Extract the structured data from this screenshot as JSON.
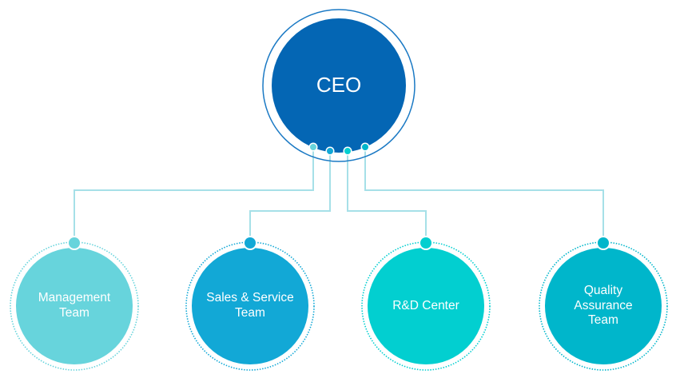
{
  "diagram": {
    "type": "org-chart",
    "root": {
      "label": "CEO",
      "fill": "#0466b4",
      "ring": "#1a79c4"
    },
    "connector_color": "#a6e0e8",
    "children": [
      {
        "label_lines": [
          "Management",
          "Team"
        ],
        "fill": "#67d4dc",
        "node": "#67d4dc"
      },
      {
        "label_lines": [
          "Sales & Service",
          "Team"
        ],
        "fill": "#12a8d6",
        "node": "#12a8d6"
      },
      {
        "label_lines": [
          "R&D Center"
        ],
        "fill": "#02cfd0",
        "node": "#02cfd0"
      },
      {
        "label_lines": [
          "Quality",
          "Assurance",
          "Team"
        ],
        "fill": "#00b6cb",
        "node": "#00b6cb"
      }
    ]
  }
}
